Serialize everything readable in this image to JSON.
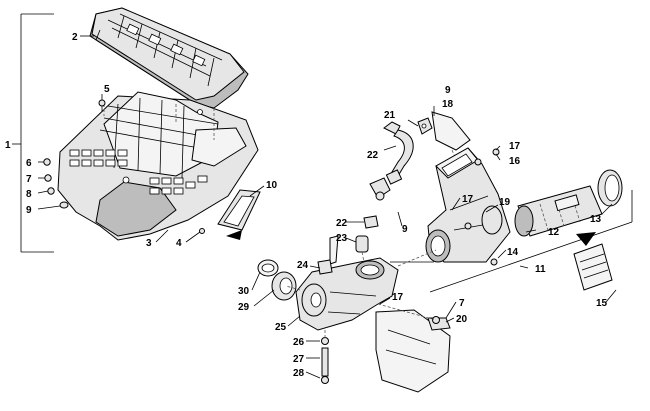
{
  "callouts": [
    {
      "id": "c1",
      "label": "1"
    },
    {
      "id": "c2",
      "label": "2"
    },
    {
      "id": "c3",
      "label": "3"
    },
    {
      "id": "c4",
      "label": "4"
    },
    {
      "id": "c5",
      "label": "5"
    },
    {
      "id": "c6",
      "label": "6"
    },
    {
      "id": "c7a",
      "label": "7"
    },
    {
      "id": "c8",
      "label": "8"
    },
    {
      "id": "c9a",
      "label": "9"
    },
    {
      "id": "c10",
      "label": "10"
    },
    {
      "id": "c9b",
      "label": "9"
    },
    {
      "id": "c18",
      "label": "18"
    },
    {
      "id": "c21",
      "label": "21"
    },
    {
      "id": "c22a",
      "label": "22"
    },
    {
      "id": "c17a",
      "label": "17"
    },
    {
      "id": "c16",
      "label": "16"
    },
    {
      "id": "c19",
      "label": "19"
    },
    {
      "id": "c17b",
      "label": "17"
    },
    {
      "id": "c13",
      "label": "13"
    },
    {
      "id": "c9c",
      "label": "9"
    },
    {
      "id": "c22b",
      "label": "22"
    },
    {
      "id": "c23",
      "label": "23"
    },
    {
      "id": "c12",
      "label": "12"
    },
    {
      "id": "c14",
      "label": "14"
    },
    {
      "id": "c11",
      "label": "11"
    },
    {
      "id": "c24",
      "label": "24"
    },
    {
      "id": "c30",
      "label": "30"
    },
    {
      "id": "c29",
      "label": "29"
    },
    {
      "id": "c17c",
      "label": "17"
    },
    {
      "id": "c7b",
      "label": "7"
    },
    {
      "id": "c20",
      "label": "20"
    },
    {
      "id": "c15",
      "label": "15"
    },
    {
      "id": "c25",
      "label": "25"
    },
    {
      "id": "c26",
      "label": "26"
    },
    {
      "id": "c27",
      "label": "27"
    },
    {
      "id": "c28",
      "label": "28"
    }
  ]
}
